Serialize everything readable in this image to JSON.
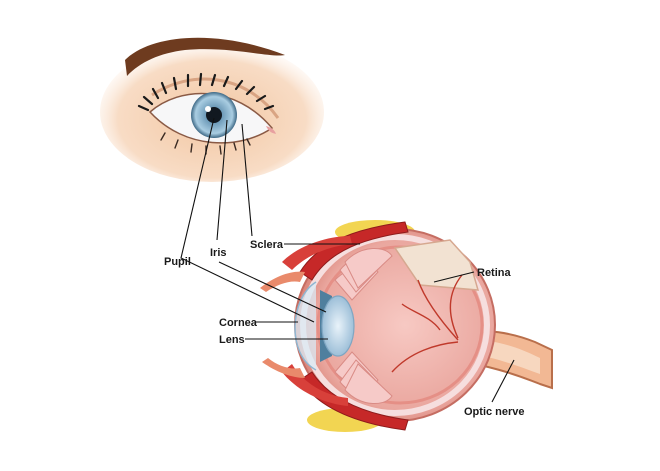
{
  "labels": {
    "pupil": "Pupil",
    "iris": "Iris",
    "sclera": "Sclera",
    "retina": "Retina",
    "cornea": "Cornea",
    "lens": "Lens",
    "optic_nerve": "Optic nerve"
  },
  "colors": {
    "background": "#ffffff",
    "skin": "#f6d2b3",
    "eyebrow": "#6b3a1e",
    "iris": "#9fc3d9",
    "sclera_tissue": "#f3c6c4",
    "muscle": "#c62828",
    "fat": "#f3dc63",
    "nerve": "#f0b995",
    "leader_line": "#111111"
  }
}
